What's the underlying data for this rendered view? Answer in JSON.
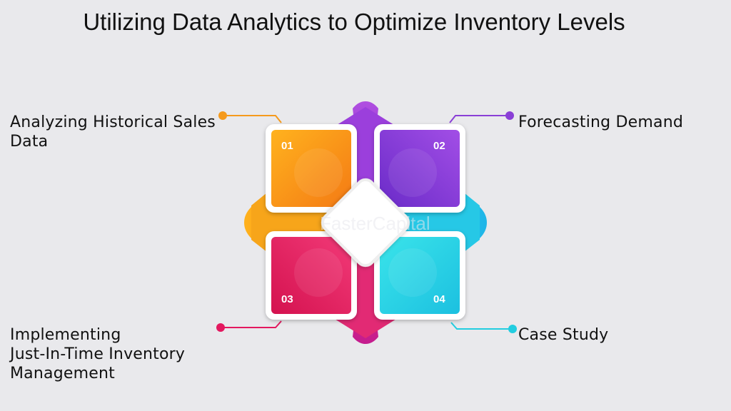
{
  "title": "Utilizing Data Analytics to Optimize Inventory Levels",
  "watermark": "FasterCapital",
  "steps": [
    {
      "number": "01",
      "label": "Analyzing Historical Sales Data",
      "color": "#f59a1c"
    },
    {
      "number": "02",
      "label": "Forecasting Demand",
      "color": "#8a3fd6"
    },
    {
      "number": "03",
      "label": "Implementing\nJust-In-Time Inventory\nManagement",
      "color": "#e3185f"
    },
    {
      "number": "04",
      "label": "Case Study",
      "color": "#22cde0"
    }
  ]
}
